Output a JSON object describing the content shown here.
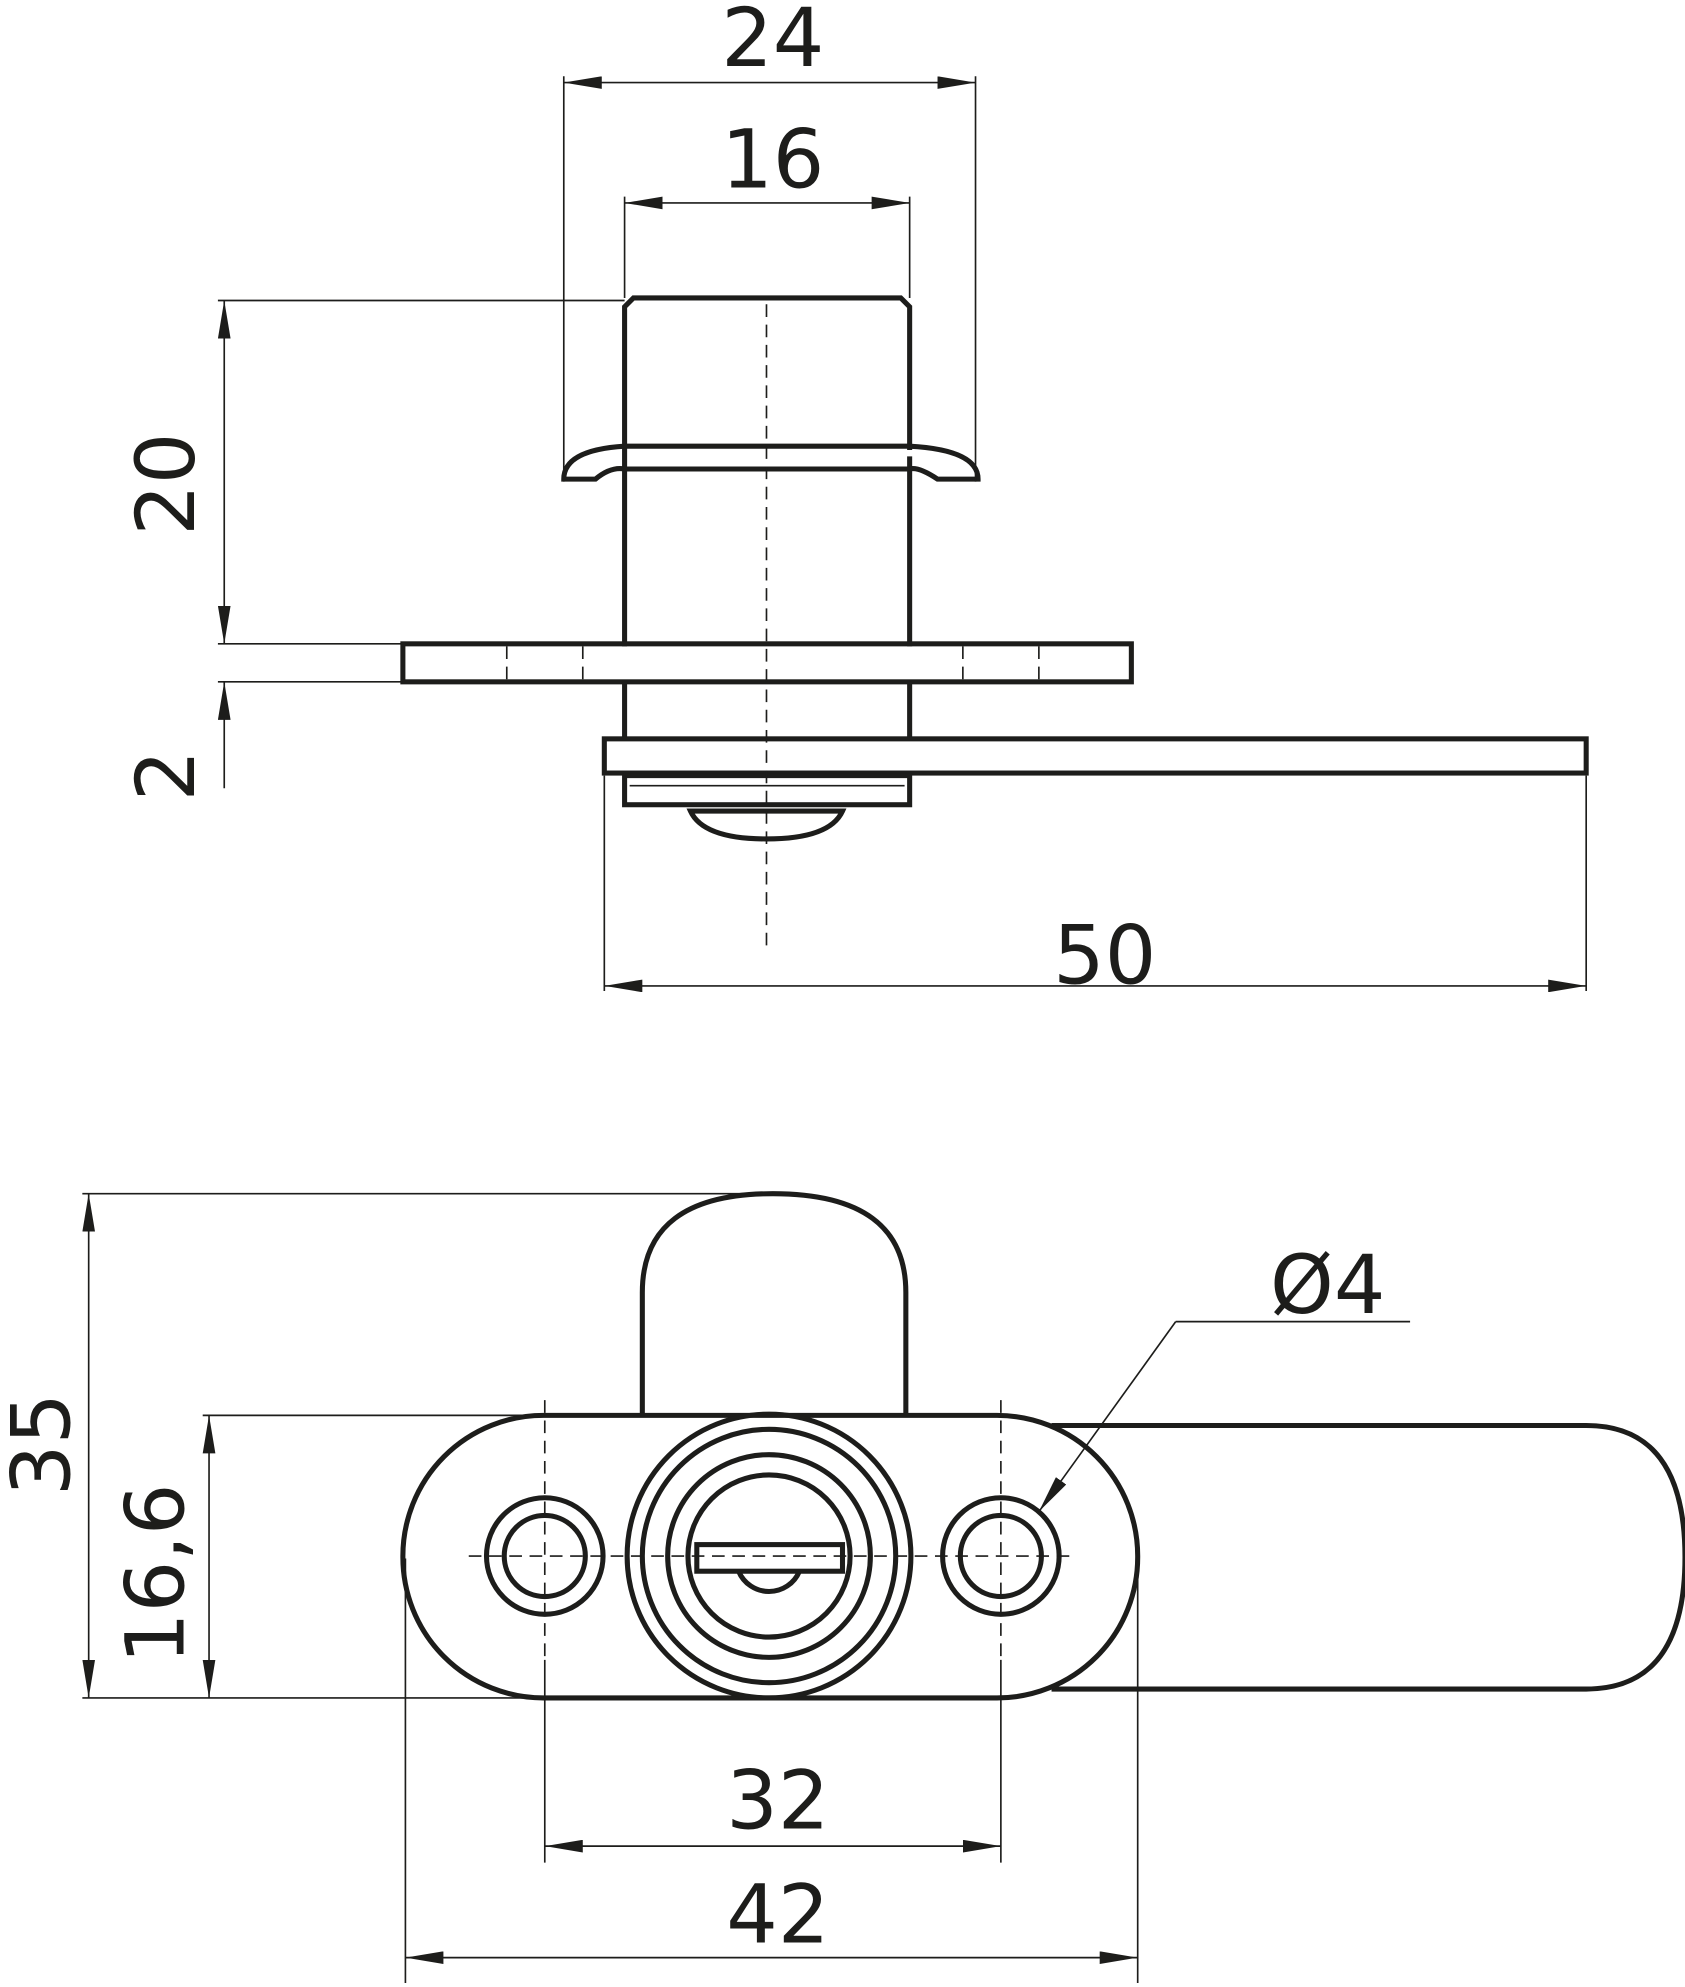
{
  "top_view": {
    "dim_overall_width": "24",
    "dim_cylinder_diameter": "16",
    "dim_cylinder_height": "20",
    "dim_plate_thickness": "2",
    "dim_cam_length": "50"
  },
  "front_view": {
    "dim_total_height": "35",
    "dim_plate_height": "16,6",
    "dim_hole_spacing": "32",
    "dim_plate_width": "42",
    "dim_hole_diameter": "Ø4"
  }
}
